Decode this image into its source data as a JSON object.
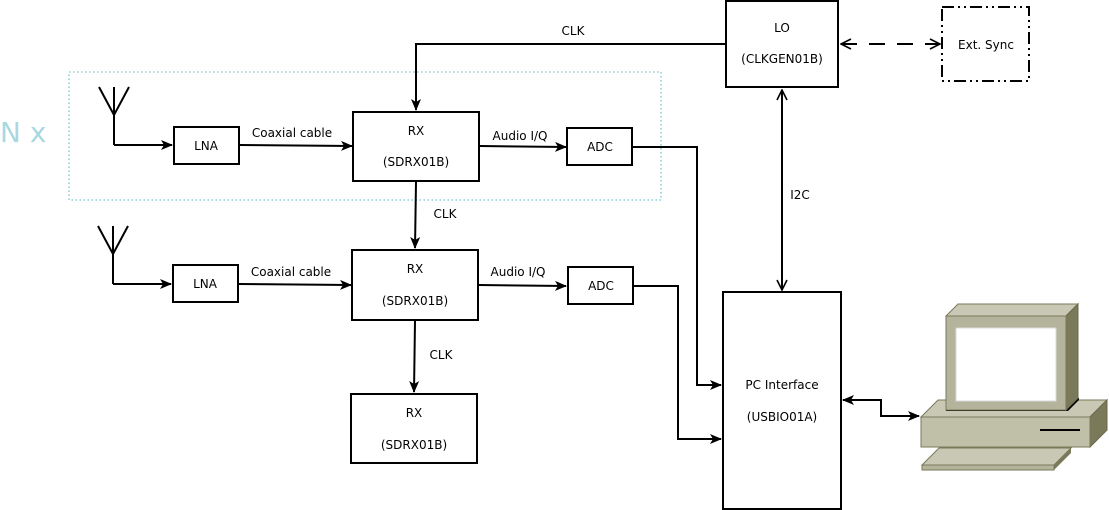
{
  "diagram": {
    "group_label": "N x",
    "colors": {
      "group_border": "#a8d8e0",
      "group_label": "#a8d8e0",
      "line": "#000000",
      "pc_body": "#c8c8b4",
      "pc_front": "#b4b49c",
      "pc_side": "#7a7a5a",
      "pc_screen": "#ffffff"
    },
    "blocks": {
      "lna1": {
        "label": "LNA"
      },
      "lna2": {
        "label": "LNA"
      },
      "rx1": {
        "title": "RX",
        "model": "(SDRX01B)"
      },
      "rx2": {
        "title": "RX",
        "model": "(SDRX01B)"
      },
      "rx3": {
        "title": "RX",
        "model": "(SDRX01B)"
      },
      "adc1": {
        "label": "ADC"
      },
      "adc2": {
        "label": "ADC"
      },
      "lo": {
        "title": "LO",
        "model": "(CLKGEN01B)"
      },
      "ext_sync": {
        "label": "Ext. Sync"
      },
      "pc_interface": {
        "title": "PC Interface",
        "model": "(USBIO01A)"
      }
    },
    "edge_labels": {
      "coax1": "Coaxial cable",
      "coax2": "Coaxial cable",
      "audio1": "Audio I/Q",
      "audio2": "Audio I/Q",
      "clk_lo": "CLK",
      "clk_rx1_rx2": "CLK",
      "clk_rx2_rx3": "CLK",
      "i2c": "I2C"
    },
    "icons": {
      "antenna": "antenna-icon",
      "computer": "desktop-computer-icon"
    }
  }
}
